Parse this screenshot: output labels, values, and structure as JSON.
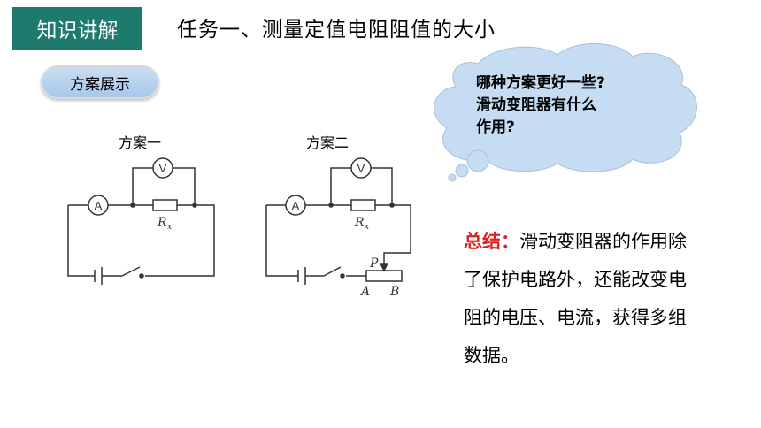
{
  "header": {
    "tag": "知识讲解",
    "title": "任务一、测量定值电阻阻值的大小"
  },
  "pill": {
    "label": "方案展示"
  },
  "circuits": {
    "plan1": {
      "label": "方案一",
      "ammeter": "A",
      "voltmeter": "V",
      "resistor": "R",
      "resistor_sub": "x"
    },
    "plan2": {
      "label": "方案二",
      "ammeter": "A",
      "voltmeter": "V",
      "resistor": "R",
      "resistor_sub": "x",
      "slider": "P",
      "end_a": "A",
      "end_b": "B"
    }
  },
  "cloud": {
    "lines": [
      "哪种方案更好一些?",
      "滑动变阻器有什么",
      "作用?"
    ]
  },
  "summary": {
    "keyword": "总结：",
    "text": "滑动变阻器的作用除了保护电路外，还能改变电阻的电压、电流，获得多组数据。"
  },
  "colors": {
    "tag_bg": "#1e7a6c",
    "keyword": "#e02020",
    "cloud_fill": "#c5dcf2"
  }
}
